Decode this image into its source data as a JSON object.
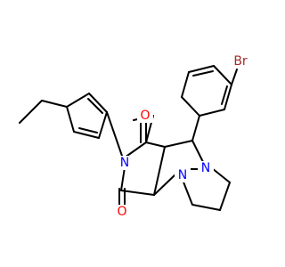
{
  "atoms": [
    {
      "id": "br",
      "label": "Br",
      "color": "#a52a2a"
    },
    {
      "id": "o1",
      "label": "O",
      "color": "#ff0000"
    },
    {
      "id": "o2",
      "label": "O",
      "color": "#ff0000"
    },
    {
      "id": "n_imide",
      "label": "N",
      "color": "#0000ff"
    },
    {
      "id": "n_a",
      "label": "N",
      "color": "#0000ff"
    },
    {
      "id": "n_b",
      "label": "N",
      "color": "#0000ff"
    }
  ]
}
